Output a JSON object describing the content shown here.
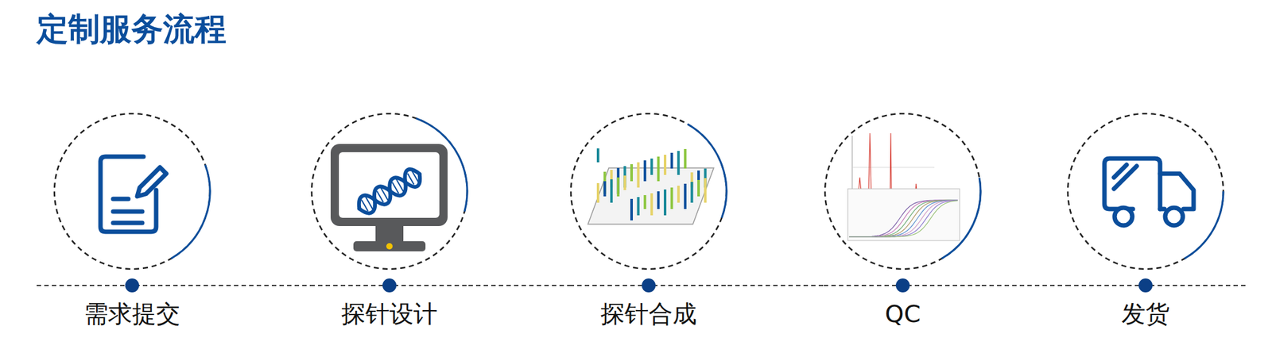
{
  "diagram": {
    "title": "定制服务流程",
    "nodes": [
      {
        "text": [
          "需求提交"
        ]
      },
      {
        "text": [
          "探针设计"
        ]
      },
      {
        "text": [
          "探针合成"
        ]
      },
      {
        "text": [
          "QC"
        ]
      },
      {
        "text": [
          "发货"
        ]
      }
    ],
    "edges": [
      {
        "from": 0,
        "to": 1,
        "arrow": "none"
      },
      {
        "from": 1,
        "to": 2,
        "arrow": "none"
      },
      {
        "from": 2,
        "to": 3,
        "arrow": "none"
      },
      {
        "from": 3,
        "to": 4,
        "arrow": "none"
      }
    ]
  }
}
